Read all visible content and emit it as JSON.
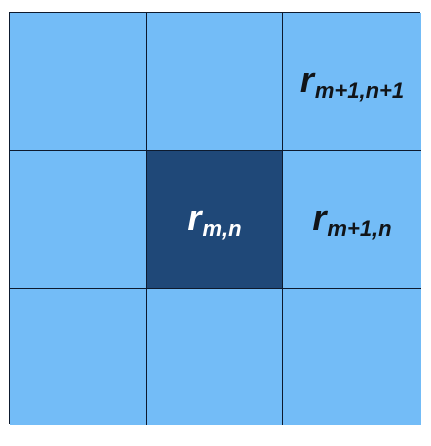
{
  "colors": {
    "cell": "#73bcf7",
    "center_cell": "#1f4878",
    "grid_line": "#0d1a2e",
    "label_dark": "#111418",
    "label_light": "#ffffff"
  },
  "grid": {
    "rows": 3,
    "cols": 3,
    "labels": {
      "top_right": {
        "base": "r",
        "subscript": "m+1,n+1"
      },
      "center": {
        "base": "r",
        "subscript": "m,n"
      },
      "middle_right": {
        "base": "r",
        "subscript": "m+1,n"
      }
    }
  }
}
